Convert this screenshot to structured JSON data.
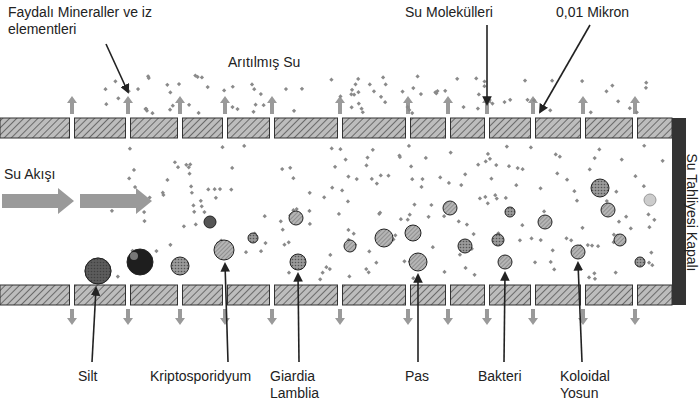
{
  "diagram": {
    "labels": [
      "Faydalı Mineraller ve iz elementleri",
      "Arıtılmış Su",
      "Su Molekülleri",
      "0,01 Mikron",
      "Su Akışı",
      "Su Tahliyesi Kapalı",
      "Silt",
      "Kriptosporidyum",
      "Giardia Lamblia",
      "Pas",
      "Bakteri",
      "Koloidal Yosun"
    ]
  }
}
